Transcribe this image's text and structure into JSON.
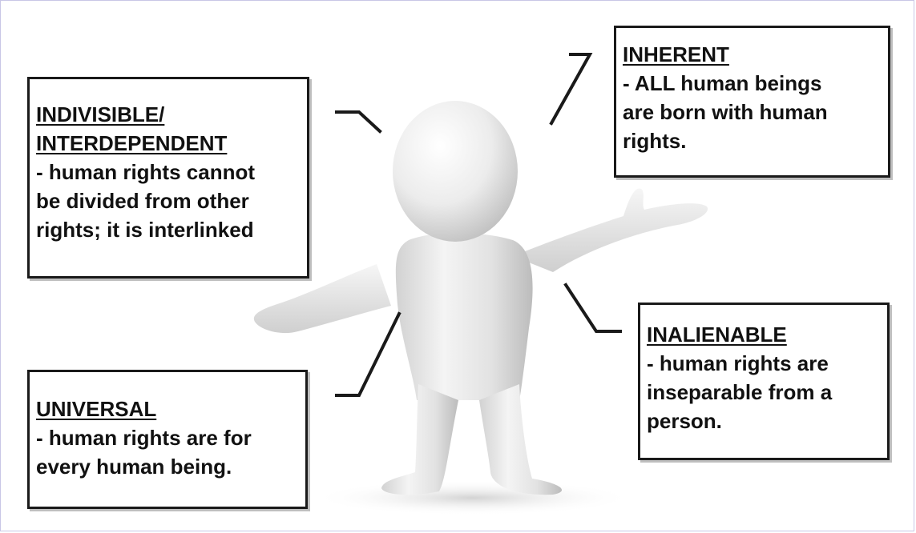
{
  "boxes": {
    "indivisible": {
      "heading_line1": "INDIVISIBLE/",
      "heading_line2": "INTERDEPENDENT",
      "desc_line1": "- human rights cannot",
      "desc_line2": "be divided from other",
      "desc_line3": "rights; it is interlinked"
    },
    "inherent": {
      "heading": "INHERENT",
      "desc_line1": "- ALL human beings",
      "desc_line2": "are born with human",
      "desc_line3": "rights."
    },
    "inalienable": {
      "heading": "INALIENABLE",
      "desc_line1": "- human rights are",
      "desc_line2": "inseparable from a",
      "desc_line3": "person."
    },
    "universal": {
      "heading": "UNIVERSAL",
      "desc_line1": "- human rights are for",
      "desc_line2": "every human being."
    }
  },
  "colors": {
    "text": "#111111",
    "border": "#1a1a1a",
    "figure": "#e8e8e8"
  },
  "figure": {
    "icon": "person-figure-icon"
  }
}
